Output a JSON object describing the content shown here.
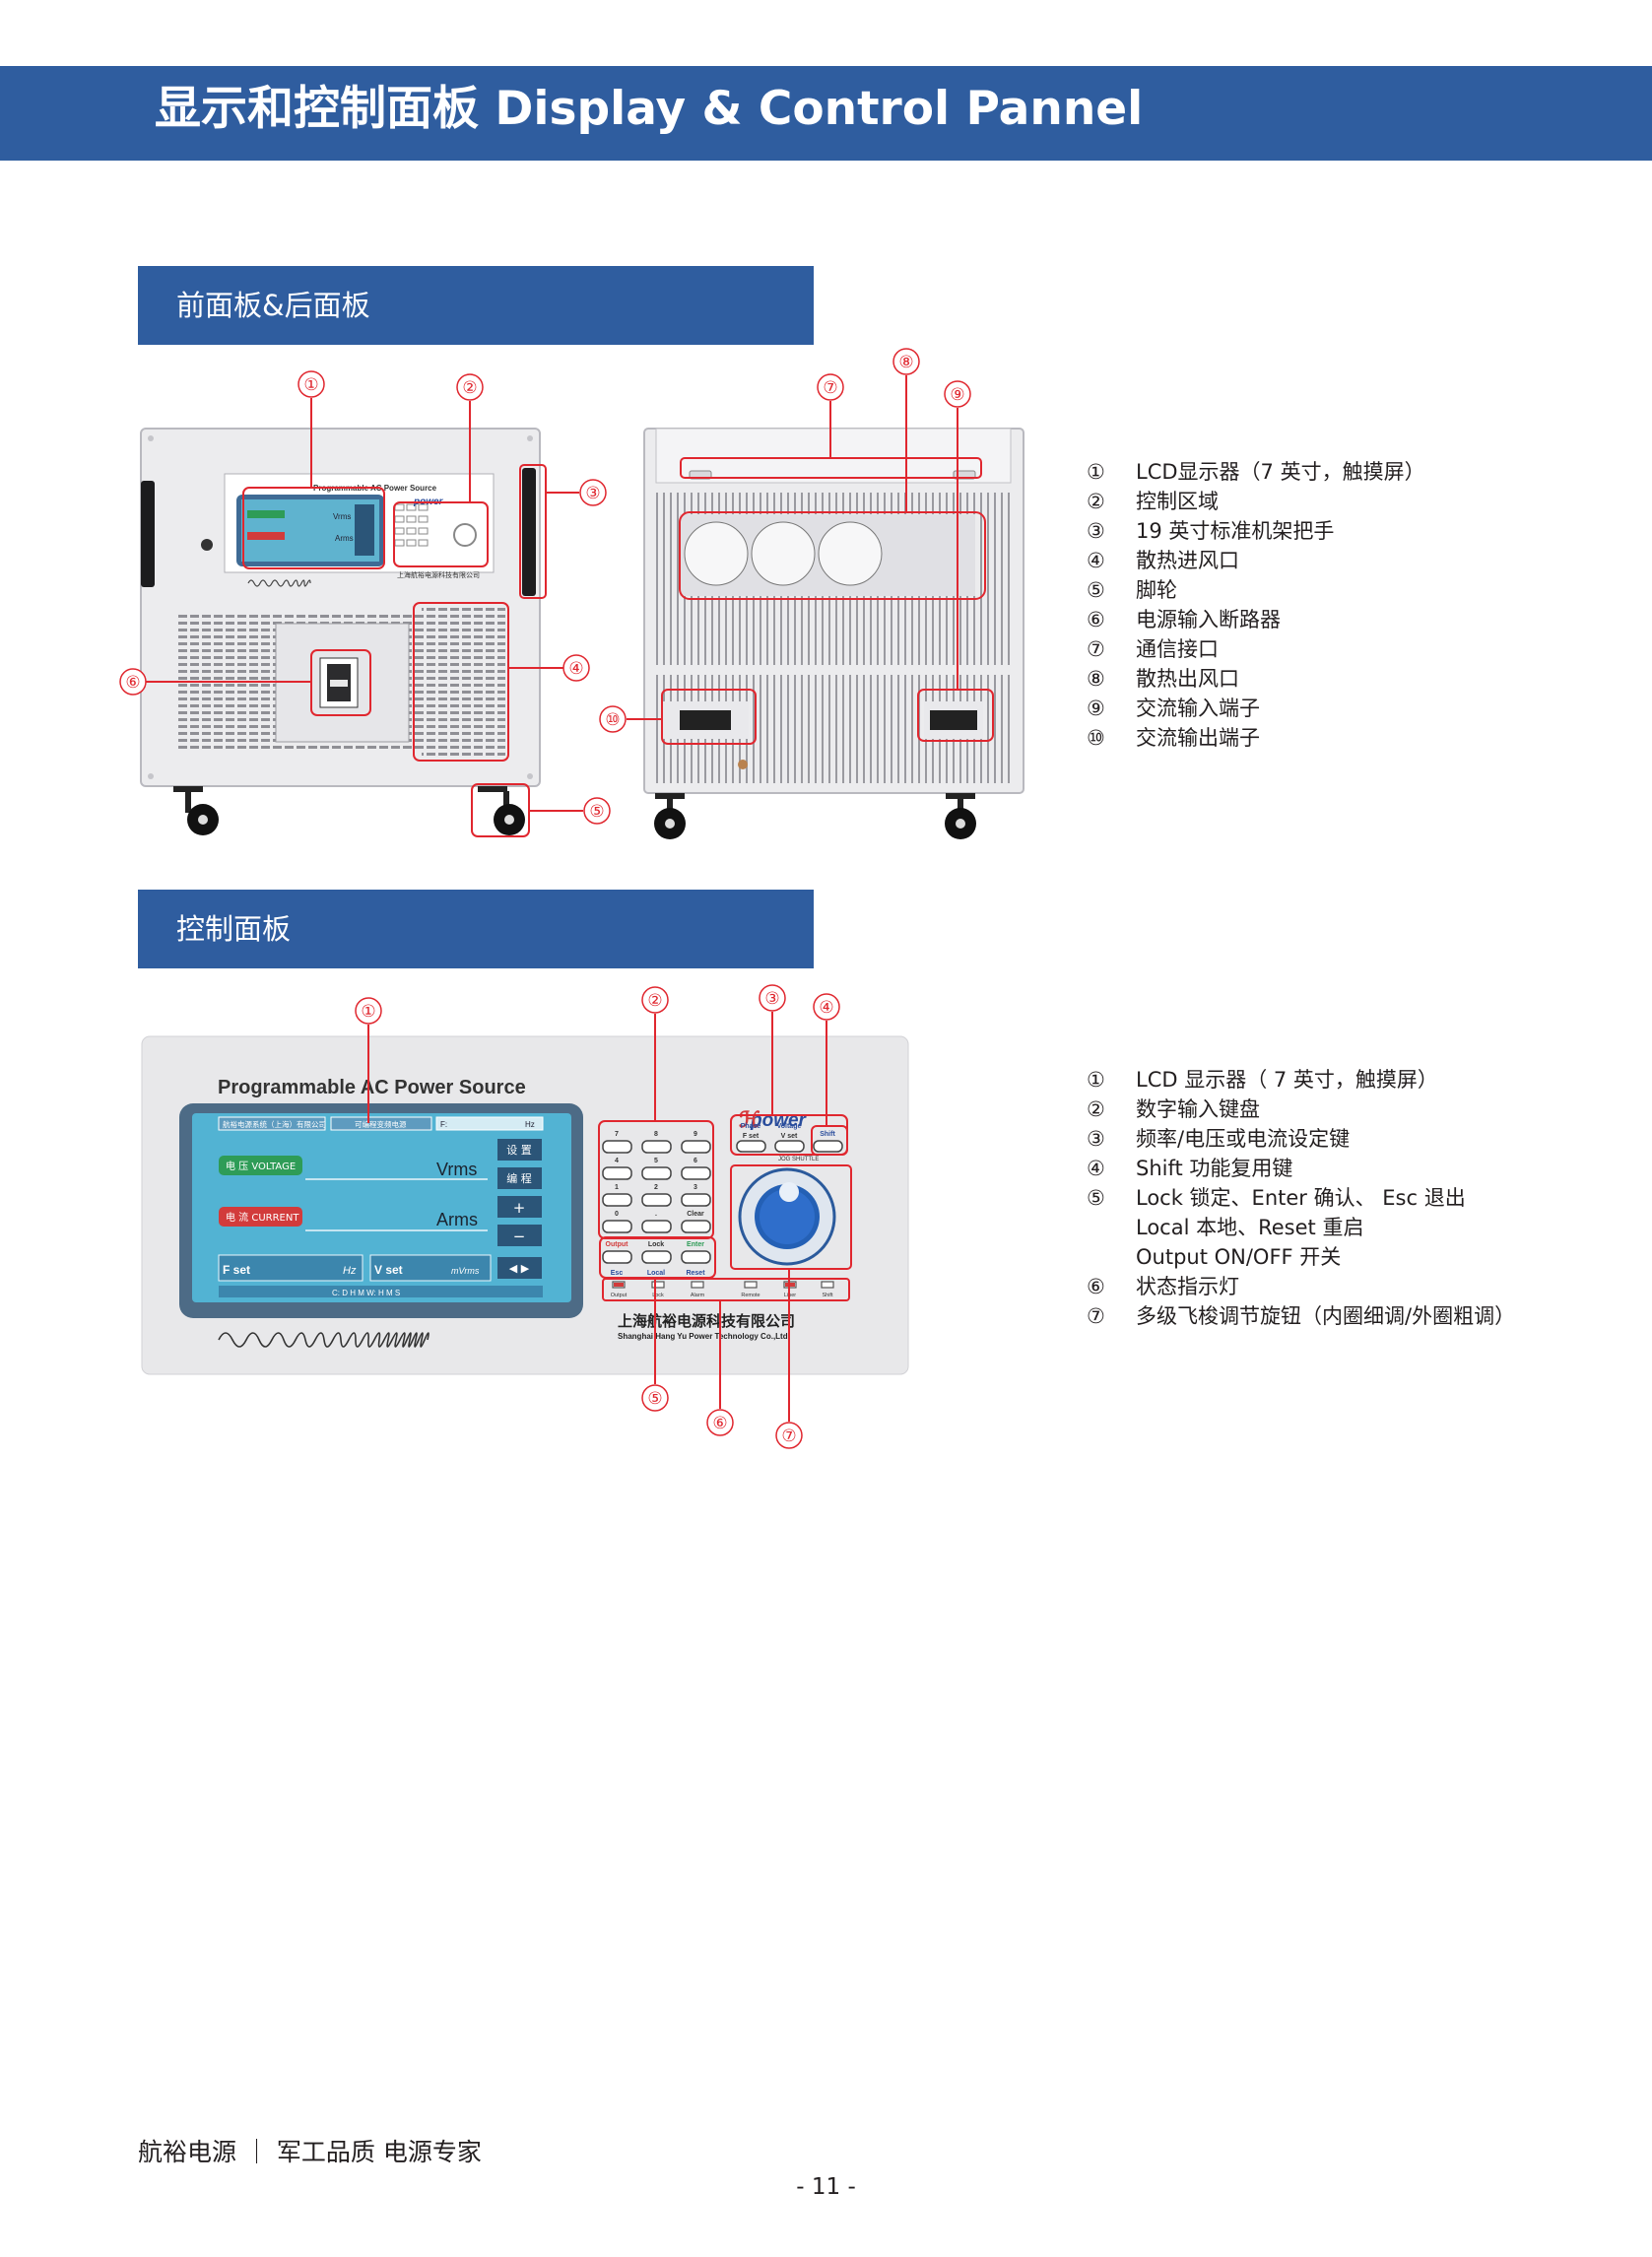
{
  "header": {
    "title": "显示和控制面板 Display & Control Pannel"
  },
  "section1": {
    "title": "前面板&后面板",
    "callouts": [
      "①",
      "②",
      "③",
      "④",
      "⑤",
      "⑥",
      "⑦",
      "⑧",
      "⑨",
      "⑩"
    ],
    "legend": [
      {
        "num": "①",
        "text": "LCD显示器（7 英寸，触摸屏）"
      },
      {
        "num": "②",
        "text": "控制区域"
      },
      {
        "num": "③",
        "text": "19 英寸标准机架把手"
      },
      {
        "num": "④",
        "text": "散热进风口"
      },
      {
        "num": "⑤",
        "text": "脚轮"
      },
      {
        "num": "⑥",
        "text": "电源输入断路器"
      },
      {
        "num": "⑦",
        "text": "通信接口"
      },
      {
        "num": "⑧",
        "text": "散热出风口"
      },
      {
        "num": "⑨",
        "text": "交流输入端子"
      },
      {
        "num": "⑩",
        "text": "交流输出端子"
      }
    ],
    "front_panel": {
      "model_label": "Programmable AC Power Source",
      "voltage_unit": "Vrms",
      "current_unit": "Arms",
      "company_cn": "上海航裕电源科技有限公司"
    }
  },
  "section2": {
    "title": "控制面板",
    "callouts": [
      "①",
      "②",
      "③",
      "④",
      "⑤",
      "⑥",
      "⑦"
    ],
    "legend": [
      {
        "num": "①",
        "text": "LCD 显示器（ 7 英寸，触摸屏）"
      },
      {
        "num": "②",
        "text": "数字输入键盘"
      },
      {
        "num": "③",
        "text": "频率/电压或电流设定键"
      },
      {
        "num": "④",
        "text": "Shift 功能复用键"
      },
      {
        "num": "⑤",
        "text": "Lock 锁定、Enter 确认、 Esc 退出"
      },
      {
        "num": "",
        "text": "Local 本地、Reset 重启"
      },
      {
        "num": "",
        "text": "Output ON/OFF 开关"
      },
      {
        "num": "⑥",
        "text": "状态指示灯"
      },
      {
        "num": "⑦",
        "text": "多级飞梭调节旋钮（内圈细调/外圈粗调）"
      }
    ],
    "panel": {
      "title": "Programmable AC Power Source",
      "lcd_top_left": "航裕电源系统（上海）有限公司",
      "lcd_top_mid": "可编程变频电源",
      "lcd_top_right_label": "F:",
      "lcd_top_right_unit": "Hz",
      "voltage_tag": "电 压 VOLTAGE",
      "current_tag": "电 流 CURRENT",
      "voltage_unit": "Vrms",
      "current_unit": "Arms",
      "btn_setting": "设 置",
      "btn_program": "编 程",
      "btn_plus": "+",
      "btn_minus": "−",
      "btn_arrows": "◀  ▶",
      "fset_label": "F set",
      "fset_unit": "Hz",
      "vset_label": "V set",
      "vset_unit": "mVrms",
      "time_row": "C:     D    H    M   W:      H    M    S",
      "keypad": [
        "7",
        "8",
        "9",
        "4",
        "5",
        "6",
        "1",
        "2",
        "3",
        "0",
        ".",
        "Clear"
      ],
      "func_keys_top": [
        "Output",
        "Lock",
        "Enter"
      ],
      "func_keys_bottom": [
        "Esc",
        "Local",
        "Reset"
      ],
      "phase_label": "Phase",
      "fset_key": "F set",
      "voltage_label": "Voltage",
      "vset_key": "V set",
      "shift_label": "Shift",
      "jog_label": "JOG  SHUTTLE",
      "indicators": [
        "Output",
        "Lock",
        "Alarm",
        "Remote",
        "Liner",
        "Shift"
      ],
      "brand": "power",
      "company_cn": "上海航裕电源科技有限公司",
      "company_en": "Shanghai Hang Yu Power Technology Co.,Ltd"
    }
  },
  "footer": {
    "slogan": "航裕电源 ｜ 军工品质  电源专家",
    "page": "- 11 -"
  },
  "colors": {
    "brand_blue": "#2f5d9f",
    "callout_red": "#e0272f",
    "panel_grey": "#e8e8ea",
    "lcd_teal": "#47a7c7"
  }
}
